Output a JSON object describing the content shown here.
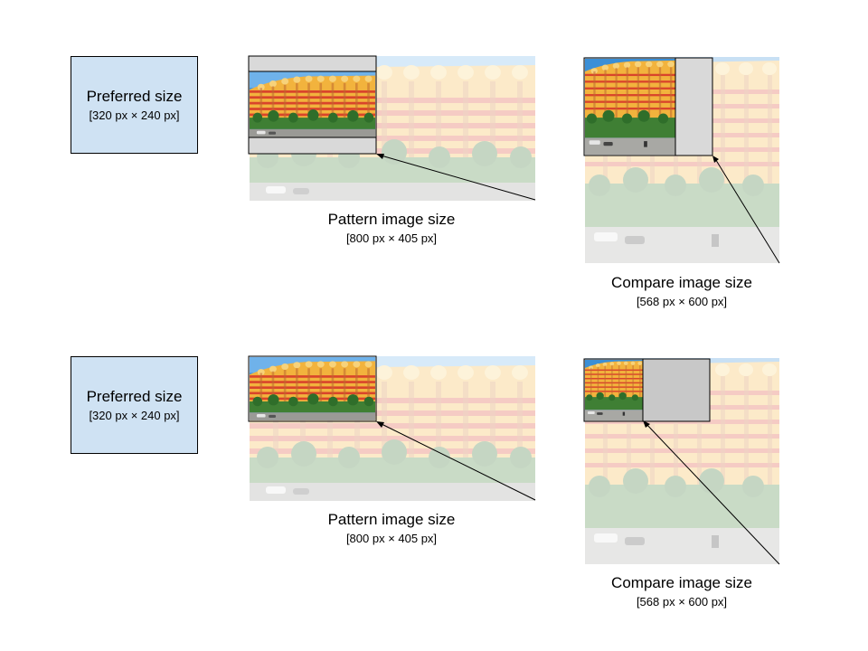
{
  "rows": [
    {
      "preferred": {
        "title": "Preferred size",
        "dims": "[320 px × 240 px]"
      },
      "pattern": {
        "title": "Pattern image size",
        "dims": "[800 px × 405 px]"
      },
      "compare": {
        "title": "Compare image size",
        "dims": "[568 px × 600 px]"
      }
    },
    {
      "preferred": {
        "title": "Preferred size",
        "dims": "[320 px × 240 px]"
      },
      "pattern": {
        "title": "Pattern image size",
        "dims": "[800 px × 405 px]"
      },
      "compare": {
        "title": "Compare image size",
        "dims": "[568 px × 600 px]"
      }
    }
  ],
  "colors": {
    "preferred_fill": "#cfe2f3",
    "padding_fill": "#cccccc",
    "sky": "#3b8fd6",
    "building_wall": "#f2b33d",
    "building_stripe": "#d9442b",
    "palm": "#2f6e2a"
  }
}
